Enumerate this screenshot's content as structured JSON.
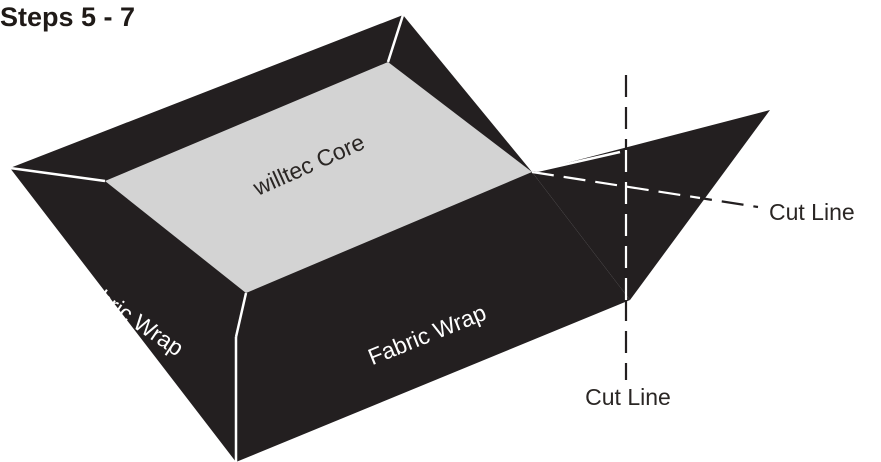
{
  "title": "Steps 5 - 7",
  "labels": {
    "core": "willtec Core",
    "fabric_left": "Fabric Wrap",
    "fabric_front": "Fabric Wrap",
    "cut_line_horizontal": "Cut Line",
    "cut_line_vertical": "Cut Line"
  },
  "colors": {
    "fabric": "#231f20",
    "core": "#d3d3d3",
    "edge": "#ffffff",
    "cut_line": "#231f20"
  }
}
